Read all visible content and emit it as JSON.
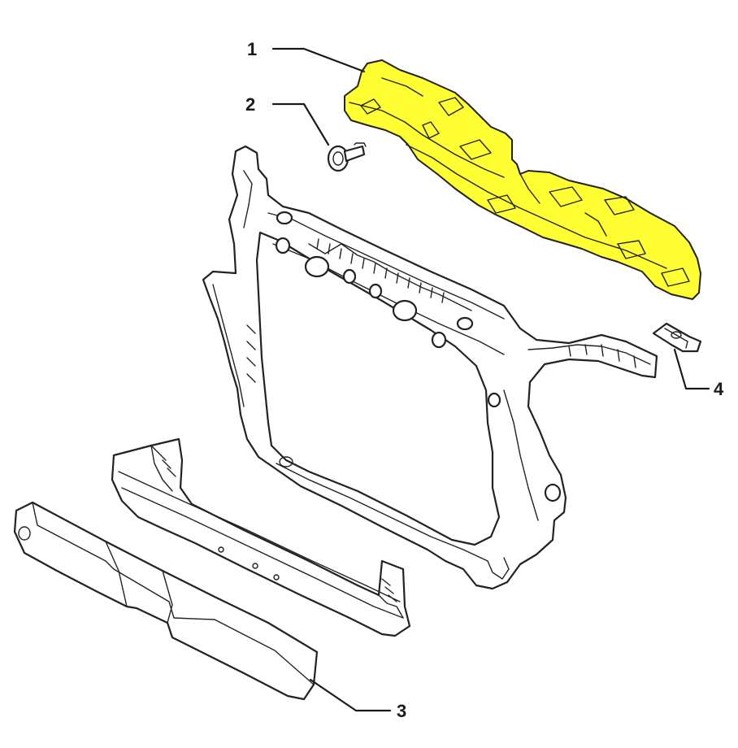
{
  "diagram": {
    "highlight_color": "#ffff33",
    "line_color": "#222222",
    "callouts": [
      {
        "id": "1",
        "label": "1"
      },
      {
        "id": "2",
        "label": "2"
      },
      {
        "id": "3",
        "label": "3"
      },
      {
        "id": "4",
        "label": "4"
      }
    ]
  }
}
